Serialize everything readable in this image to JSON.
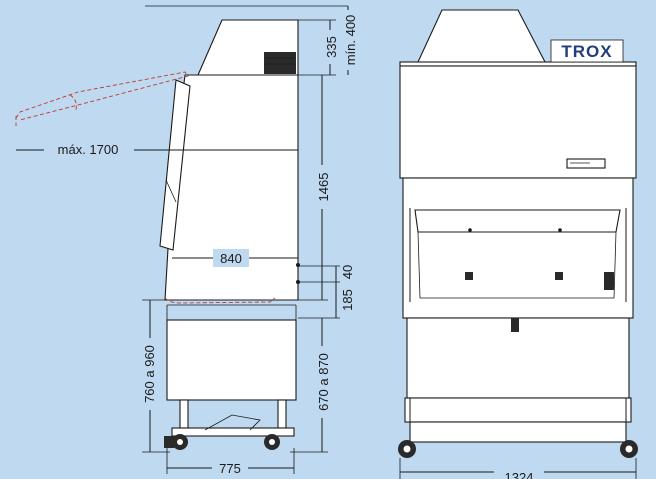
{
  "brand": {
    "logo_text": "TROX",
    "logo_color": "#1f3f7a",
    "background_color": "#bfd9f0",
    "highlight_color": "#c0392b"
  },
  "side_view": {
    "dimensions": {
      "max_reach": "máx. 1700",
      "hood_height": "335",
      "min_clearance": "mín. 400",
      "cabinet_height": "1465",
      "depth": "840",
      "small_gap": "40",
      "work_height_step": "185",
      "stand_height_range": "760 a 960",
      "leg_height_range": "670 a 870",
      "base_width": "775"
    }
  },
  "front_view": {
    "dimensions": {
      "width": "1324"
    }
  }
}
